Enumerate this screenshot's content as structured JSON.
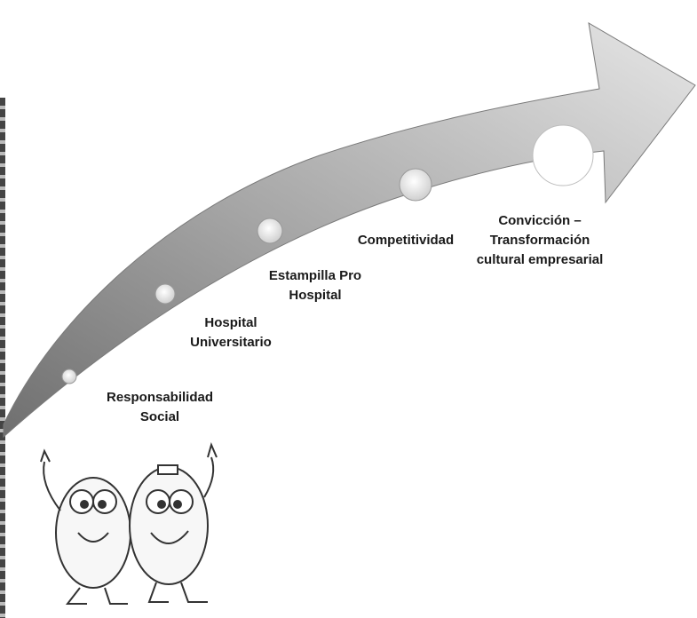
{
  "milestones": [
    {
      "lines": [
        "Responsabilidad",
        "Social"
      ]
    },
    {
      "lines": [
        "Hospital",
        "Universitario"
      ]
    },
    {
      "lines": [
        "Estampilla Pro",
        "Hospital"
      ]
    },
    {
      "lines": [
        "Competitividad"
      ]
    },
    {
      "lines": [
        "Convicción –",
        "Transformación",
        "cultural empresarial"
      ]
    }
  ],
  "colors": {
    "arrow_dark": "#8e8e8e",
    "arrow_light": "#e2e2e2",
    "text": "#1a1a1a"
  },
  "icons": [
    "milestone-dot-icon",
    "cartoon-mascots-icon"
  ]
}
